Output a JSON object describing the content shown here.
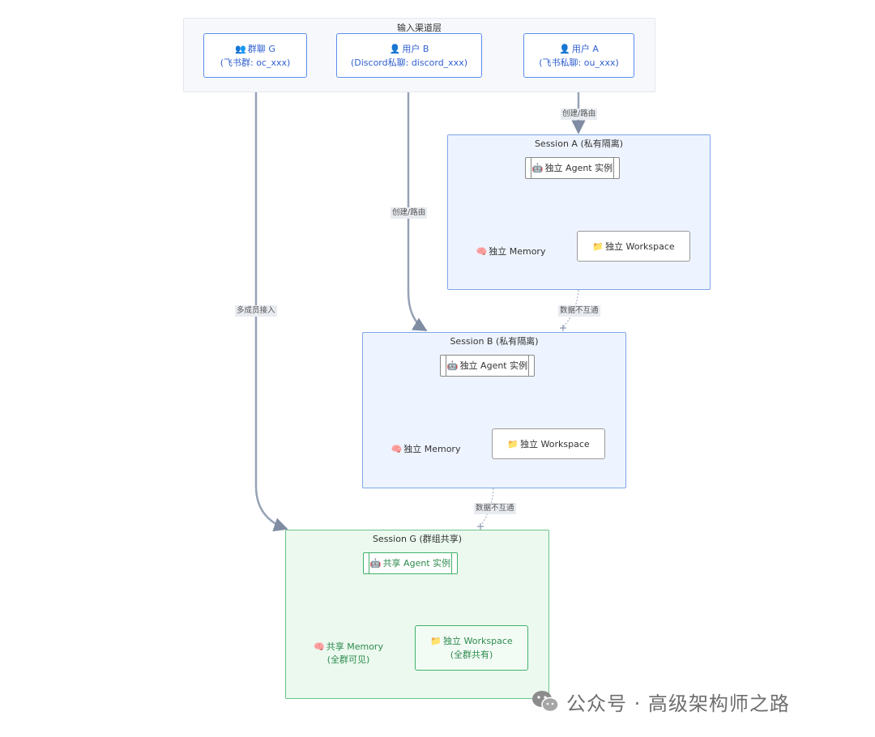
{
  "channel_layer": {
    "title": "输入渠道层",
    "group_g": {
      "icon": "group-icon",
      "glyph": "👥",
      "line1": "群聊 G",
      "line2": "(飞书群: oc_xxx)"
    },
    "user_b": {
      "icon": "user-icon",
      "glyph": "👤",
      "line1": "用户 B",
      "line2": "(Discord私聊: discord_xxx)"
    },
    "user_a": {
      "icon": "user-icon",
      "glyph": "👤",
      "line1": "用户 A",
      "line2": "(飞书私聊: ou_xxx)"
    }
  },
  "session_a": {
    "title": "Session A (私有隔离)",
    "agent": {
      "icon": "robot-icon",
      "glyph": "🤖",
      "label": "独立 Agent 实例"
    },
    "memory": {
      "icon": "brain-icon",
      "glyph": "🧠",
      "label": "独立 Memory"
    },
    "workspace": {
      "icon": "folder-icon",
      "glyph": "📁",
      "label": "独立 Workspace"
    }
  },
  "session_b": {
    "title": "Session B (私有隔离)",
    "agent": {
      "icon": "robot-icon",
      "glyph": "🤖",
      "label": "独立 Agent 实例"
    },
    "memory": {
      "icon": "brain-icon",
      "glyph": "🧠",
      "label": "独立 Memory"
    },
    "workspace": {
      "icon": "folder-icon",
      "glyph": "📁",
      "label": "独立 Workspace"
    }
  },
  "session_g": {
    "title": "Session G (群组共享)",
    "agent": {
      "icon": "robot-icon",
      "glyph": "🤖",
      "label": "共享 Agent 实例"
    },
    "memory": {
      "icon": "brain-icon",
      "glyph": "🧠",
      "line1": "共享 Memory",
      "line2": "(全群可见)"
    },
    "workspace": {
      "icon": "folder-icon",
      "glyph": "📁",
      "line1": "独立 Workspace",
      "line2": "(全群共有)"
    }
  },
  "edges": {
    "a_route": "创建/路由",
    "b_route": "创建/路由",
    "g_join": "多成员接入",
    "a_b_isolation": "数据不互通",
    "b_g_isolation": "数据不互通"
  },
  "watermark": {
    "icon": "wechat-icon",
    "text": "公众号 · 高级架构师之路"
  },
  "colors": {
    "channel_border": "#5b8def",
    "private_session_bg": "#eef4ff",
    "private_session_border": "#7ea6e8",
    "shared_session_bg": "#ebf9ef",
    "shared_session_border": "#6cc48a",
    "edge": "#97a3b6"
  }
}
